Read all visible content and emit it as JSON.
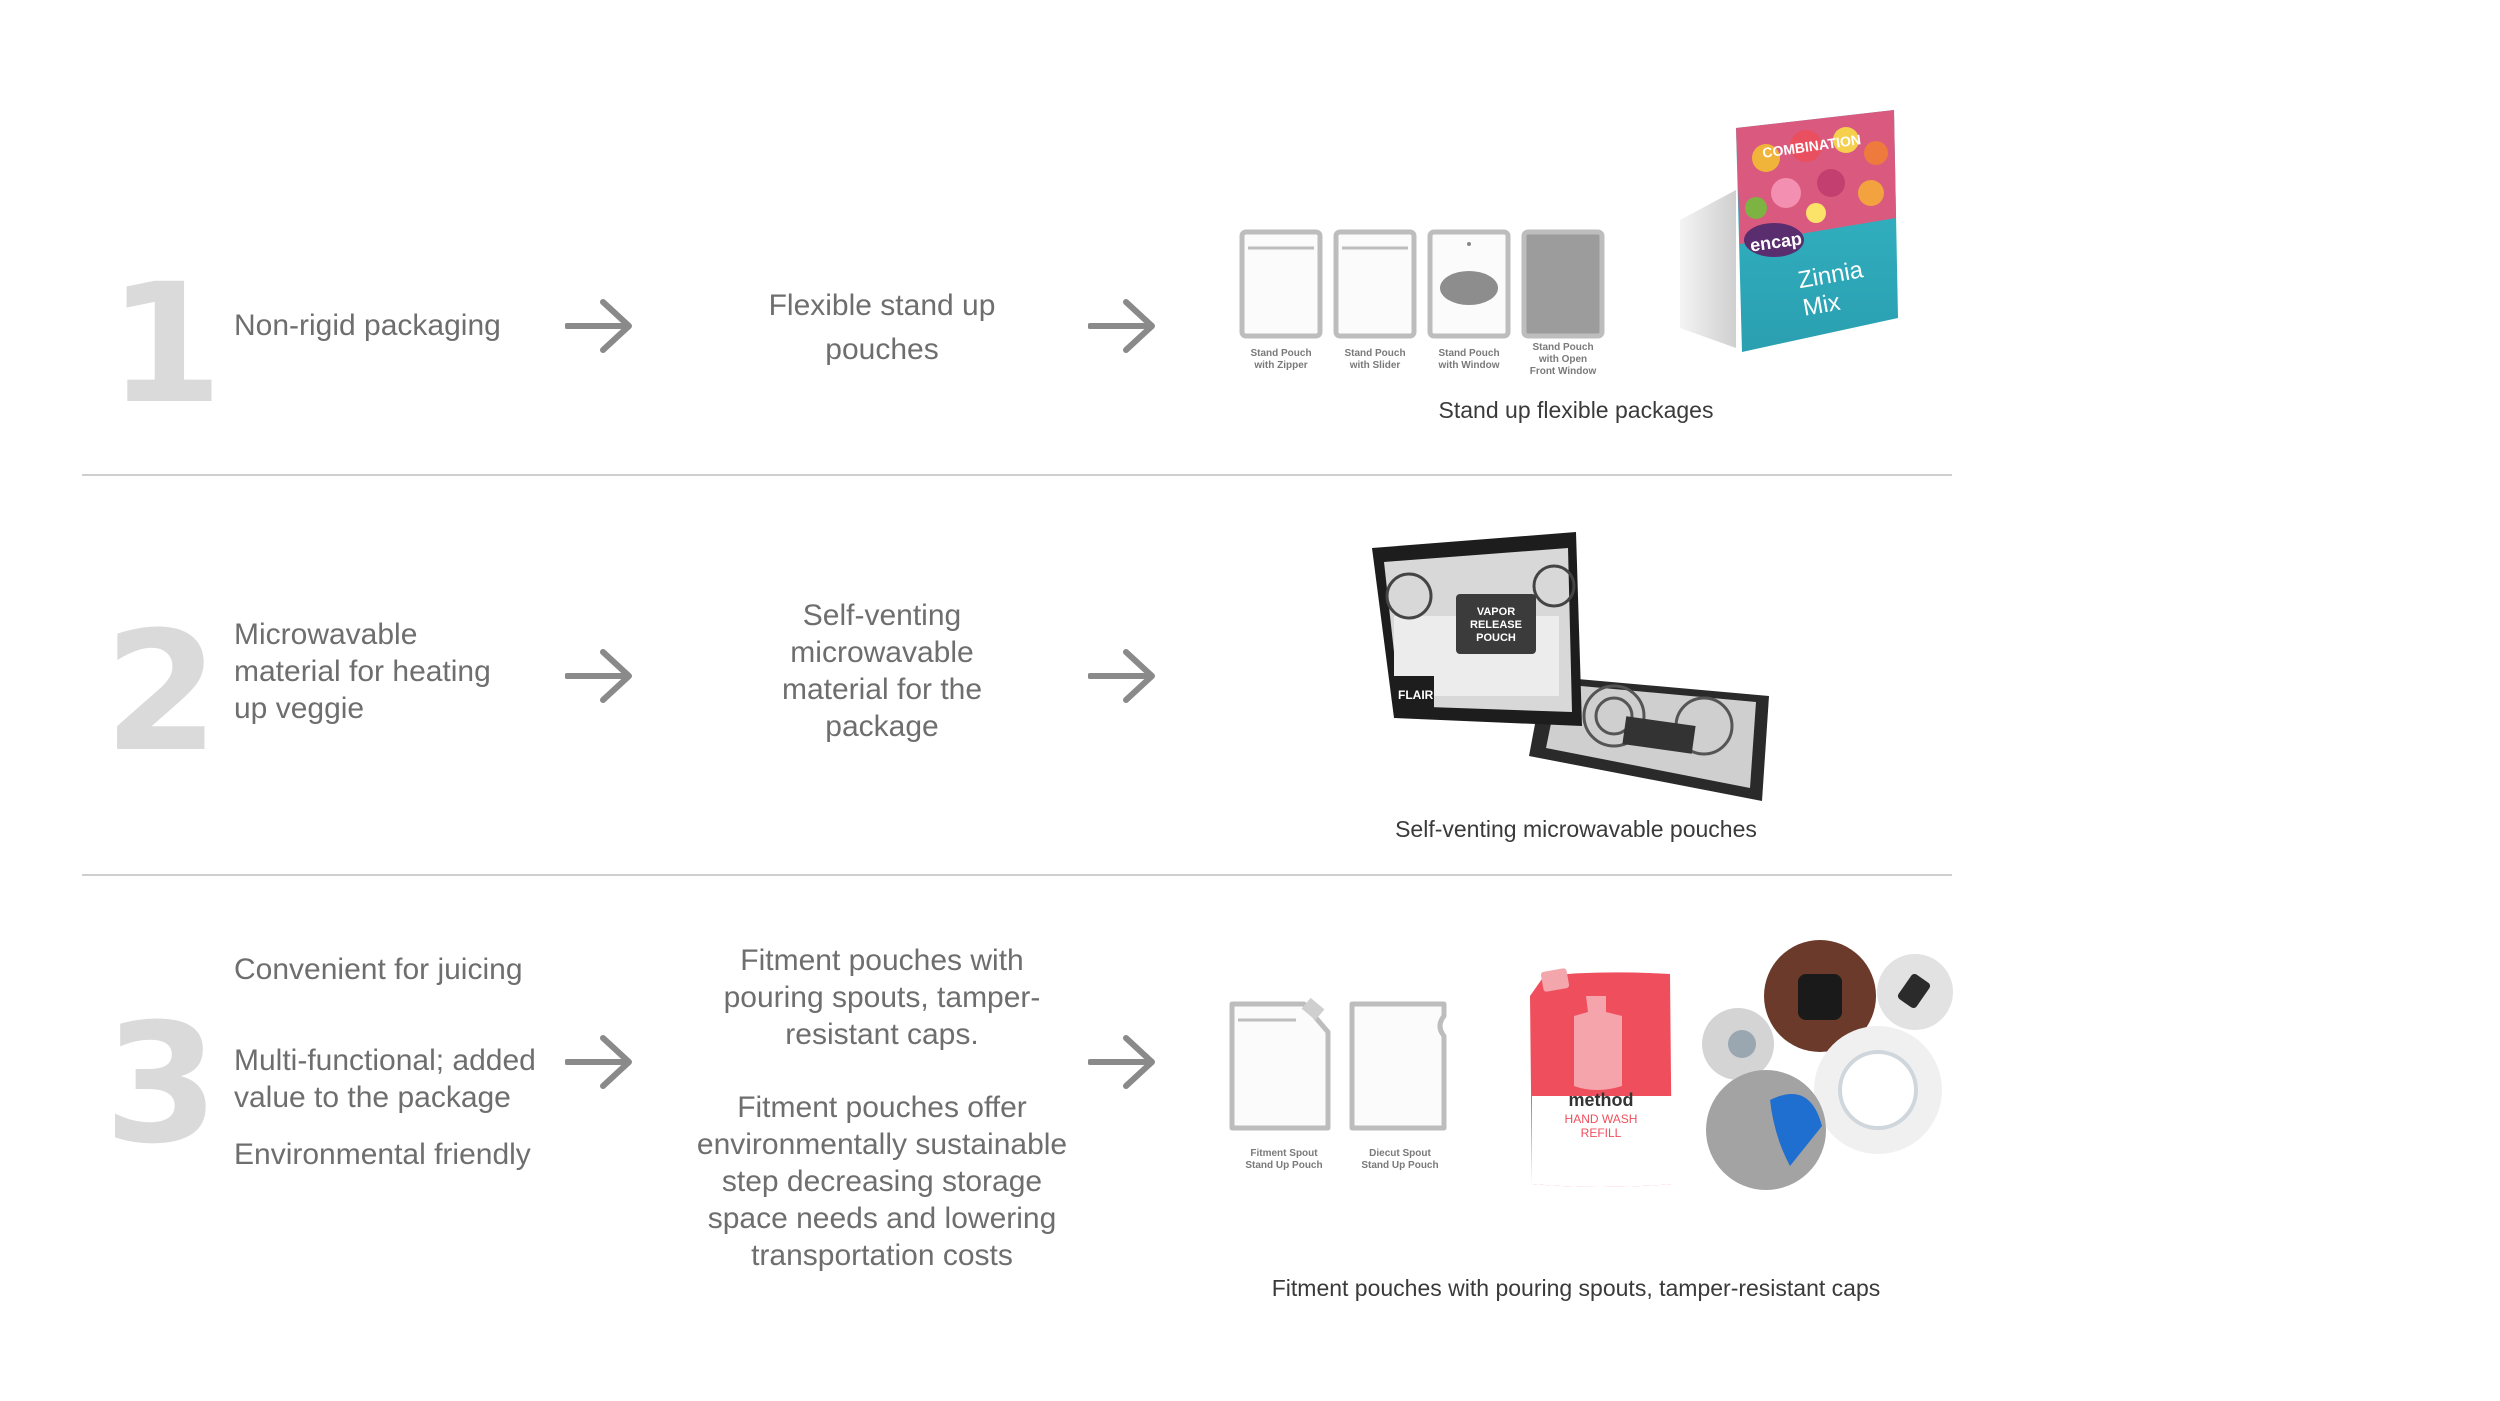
{
  "rows": [
    {
      "number": "1",
      "needs": [
        "Non-rigid packaging"
      ],
      "solution": [
        "Flexible stand up",
        "pouches"
      ],
      "caption": "Stand up flexible packages",
      "pouch_labels": [
        [
          "Stand Pouch",
          "with Zipper"
        ],
        [
          "Stand Pouch",
          "with Slider"
        ],
        [
          "Stand Pouch",
          "with Window"
        ],
        [
          "Stand Pouch",
          "with Open",
          "Front Window"
        ]
      ],
      "product": {
        "brand": "encap",
        "name": "Zinnia Mix",
        "top": "COMBINATION"
      }
    },
    {
      "number": "2",
      "needs": [
        "Microwavable",
        "material for heating",
        "up veggie"
      ],
      "solution": [
        "Self-venting",
        "microwavable",
        "material for the",
        "package"
      ],
      "caption": "Self-venting microwavable pouches",
      "product": {
        "label": "VAPOR RELEASE POUCH",
        "brand": "FLAIR"
      }
    },
    {
      "number": "3",
      "needs": [
        "Convenient for juicing",
        "Multi-functional; added",
        "value to the package",
        "Environmental friendly"
      ],
      "solution": [
        "Fitment pouches with",
        "pouring spouts, tamper-",
        "resistant caps.",
        "Fitment pouches offer",
        "environmentally sustainable",
        "step decreasing storage",
        "space needs and lowering",
        "transportation costs"
      ],
      "caption": "Fitment pouches with pouring spouts, tamper-resistant caps",
      "pouch_labels": [
        [
          "Fitment Spout",
          "Stand Up Pouch"
        ],
        [
          "Diecut Spout",
          "Stand Up Pouch"
        ]
      ],
      "product": {
        "brand": "method",
        "line1": "HAND WASH",
        "line2": "REFILL"
      }
    }
  ],
  "colors": {
    "number": "#dadada",
    "arrow": "#8a8a8a",
    "divider": "#cfcfcf",
    "text": "#6e6e6e"
  }
}
